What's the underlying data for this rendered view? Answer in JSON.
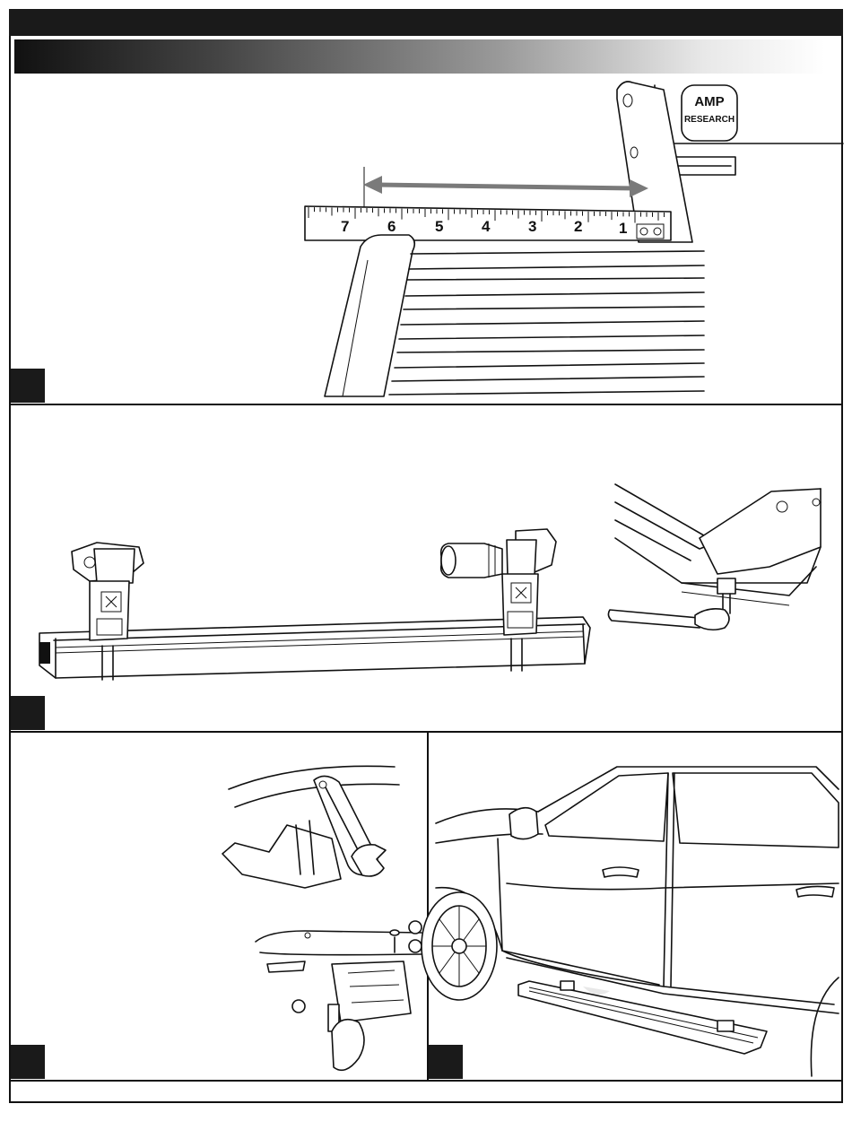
{
  "title_bar": {
    "text": ""
  },
  "section1": {
    "step_label": "",
    "tape_numbers": [
      "7",
      "6",
      "5",
      "4",
      "3",
      "2",
      "1"
    ],
    "logo_lines": [
      "AMP",
      "RESEARCH"
    ]
  },
  "section2": {
    "step_label": ""
  },
  "section3": {
    "step_label": ""
  },
  "section4": {
    "step_label": ""
  },
  "colors": {
    "frame": "#111111",
    "step_box": "#1a1a1a",
    "arrow": "#7a7a7a"
  },
  "icons": [
    "measuring-tape-icon",
    "bracket-icon",
    "motor-icon",
    "ratchet-icon",
    "wrench-icon",
    "bolt-icon",
    "vehicle-icon",
    "running-board-icon"
  ]
}
